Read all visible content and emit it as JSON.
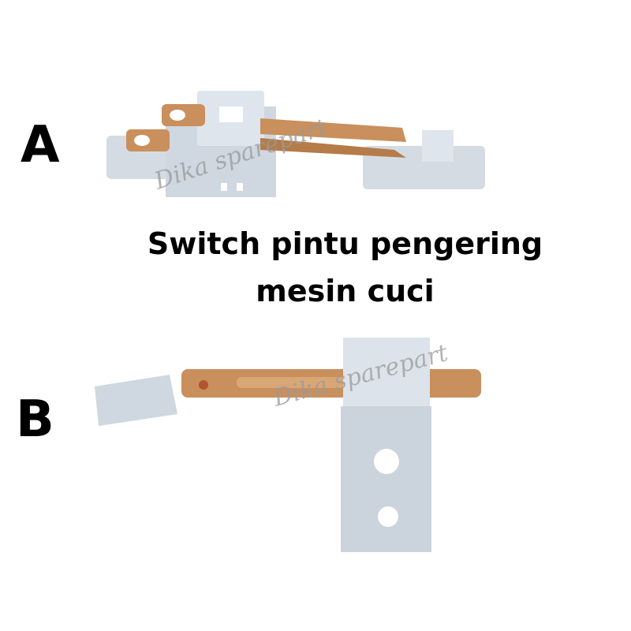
{
  "labels": {
    "a": "A",
    "b": "B"
  },
  "title": {
    "line1": "Switch pintu pengering",
    "line2": "mesin cuci"
  },
  "watermark": "Dika sparepart",
  "colors": {
    "plastic": "#d4dbe3",
    "plastic_shadow": "#b6c0cb",
    "copper": "#c98f5c",
    "copper_dark": "#9c6a3e"
  }
}
